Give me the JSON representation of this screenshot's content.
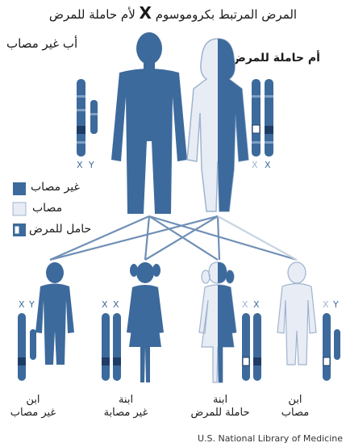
{
  "title": {
    "before": "المرض المرتبط بكروموسوم",
    "x_symbol": "X",
    "after": "لأم حاملة للمرض"
  },
  "parents": {
    "father_label": "أب غير مصاب",
    "mother_label": "أم حاملة للمرض"
  },
  "chromosome_labels": {
    "x": "X",
    "y": "Y"
  },
  "legend": {
    "unaffected": "غير مصاب",
    "affected": "مصاب",
    "carrier": "حامل للمرض"
  },
  "children": [
    {
      "line1": "ابن",
      "line2": "غير مصاب"
    },
    {
      "line1": "ابنة",
      "line2": "غير مصابة"
    },
    {
      "line1": "ابنة",
      "line2": "حاملة للمرض"
    },
    {
      "line1": "ابن",
      "line2": "مصاب"
    }
  ],
  "credit": "U.S. National Library of Medicine",
  "colors": {
    "blue": "#3d6a9c",
    "light": "#e8ecf4",
    "outline": "#9fb4cf",
    "line": "#6f8fb5"
  }
}
